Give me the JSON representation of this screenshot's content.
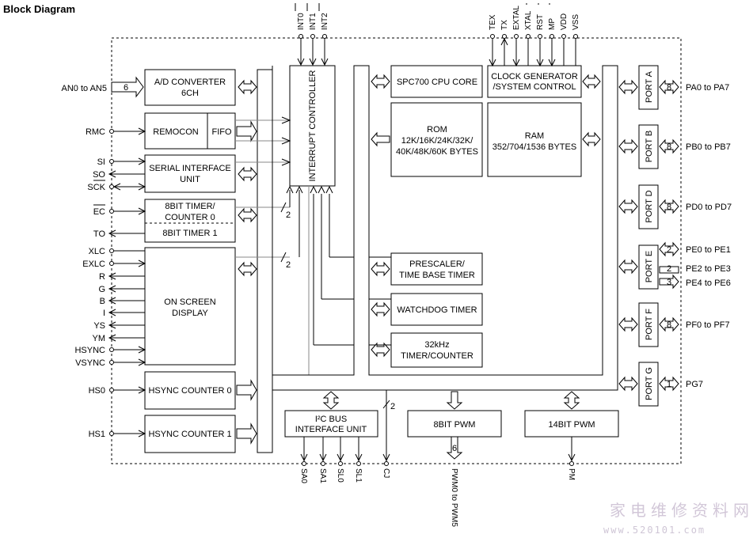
{
  "title": "Block Diagram",
  "blocks": {
    "adc": [
      "A/D CONVERTER",
      "6CH"
    ],
    "remocon": "REMOCON",
    "fifo": "FIFO",
    "serial": [
      "SERIAL INTERFACE",
      "UNIT"
    ],
    "timer0": [
      "8BIT TIMER/",
      "COUNTER 0"
    ],
    "timer1": "8BIT TIMER 1",
    "osd": [
      "ON SCREEN",
      "DISPLAY"
    ],
    "hsync0": "HSYNC COUNTER 0",
    "hsync1": "HSYNC COUNTER 1",
    "interrupt": "INTERRUPT CONTROLLER",
    "cpu": "SPC700 CPU CORE",
    "clock": [
      "CLOCK GENERATOR",
      "/SYSTEM CONTROL"
    ],
    "rom": [
      "ROM",
      "12K/16K/24K/32K/",
      "40K/48K/60K BYTES"
    ],
    "ram": [
      "RAM",
      "352/704/1536 BYTES"
    ],
    "prescaler": [
      "PRESCALER/",
      "TIME BASE TIMER"
    ],
    "watchdog": "WATCHDOG TIMER",
    "timer32k": [
      "32kHz",
      "TIMER/COUNTER"
    ],
    "i2c": [
      "I²C BUS",
      "INTERFACE UNIT"
    ],
    "pwm8": "8BIT PWM",
    "pwm14": "14BIT PWM"
  },
  "ports": {
    "a": "PORT A",
    "b": "PORT B",
    "d": "PORT D",
    "e": "PORT E",
    "f": "PORT F",
    "g": "PORT G"
  },
  "left_pins": {
    "an": "AN0 to AN5",
    "rmc": "RMC",
    "si": "SI",
    "so": "SO",
    "sck": "SCK",
    "ec": "EC",
    "to": "TO",
    "xlc": "XLC",
    "exlc": "EXLC",
    "r": "R",
    "g": "G",
    "b": "B",
    "i": "I",
    "ys": "YS",
    "ym": "YM",
    "hsync": "HSYNC",
    "vsync": "VSYNC",
    "hs0": "HS0",
    "hs1": "HS1"
  },
  "right_pins": {
    "pa": "PA0 to PA7",
    "pb": "PB0 to PB7",
    "pd": "PD0 to PD7",
    "pe01": "PE0 to PE1",
    "pe23": "PE2 to PE3",
    "pe46": "PE4 to PE6",
    "pf": "PF0 to PF7",
    "pg": "PG7"
  },
  "top_pins": {
    "int0": "INT0",
    "int1": "INT1",
    "int2": "INT2",
    "tex": "TEX",
    "tx": "TX",
    "extal": "EXTAL",
    "xtal": "XTAL",
    "rst": "RST",
    "mp": "MP",
    "vdd": "VDD",
    "vss": "VSS"
  },
  "bottom_pins": {
    "sa0": "SA0",
    "sa1": "SA1",
    "sl0": "SL0",
    "sl1": "SL1",
    "cj": "CJ",
    "pwm": "PWM0 to PWM5",
    "pm": "PM"
  },
  "bus_widths": {
    "an": "6",
    "pa": "8",
    "pb": "8",
    "pd": "8",
    "pe01": "2",
    "pe23": "2",
    "pe46": "3",
    "pf": "8",
    "pg": "1",
    "timer0": "2",
    "osd": "2",
    "cj": "2",
    "pwm": "6"
  },
  "watermark": {
    "cn": "家电维修资料网",
    "url": "www.520101.com"
  }
}
